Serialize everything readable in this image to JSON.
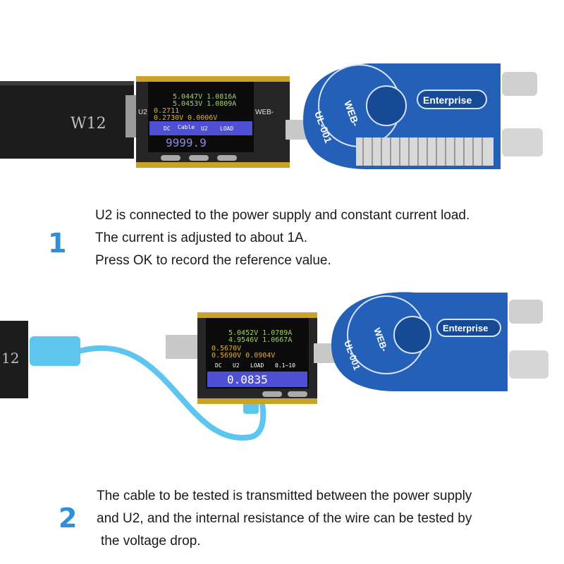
{
  "step1": {
    "number": "1",
    "lines": [
      "U2 is connected to the power supply and constant current load.",
      "The current is adjusted to about 1A.",
      "Press OK to record the reference value."
    ]
  },
  "step2": {
    "number": "2",
    "lines": [
      "The cable to be tested is transmitted between the power supply",
      "and U2, and the internal resistance of the wire can be tested by",
      "the voltage drop."
    ]
  },
  "photo1": {
    "power_supply_label": "W12",
    "meter_label": "U2",
    "meter_side_label": "WEB-",
    "lcd_lines": [
      "5.0447V 1.0816A",
      "5.0453V 1.0809A",
      "0.2711",
      "0.2730V  0.0006V"
    ],
    "lcd_tabs": [
      "DC",
      "Cable",
      "U2",
      "LOAD"
    ],
    "lcd_big": "9999.9",
    "load_label": "Enterprise",
    "load_model": "UL-001",
    "load_web": "WEB-"
  },
  "photo2": {
    "power_supply_label": "12",
    "lcd_lines": [
      "5.0452V 1.0789A",
      "4.9546V 1.0667A",
      "0.5670V",
      "0.5690V  0.0904V"
    ],
    "lcd_tabs": [
      "DC",
      "U2",
      "LOAD",
      "0.1~10"
    ],
    "lcd_big": "0.0835",
    "load_label": "Enterprise",
    "load_model": "UL-001",
    "load_web": "WEB-"
  }
}
